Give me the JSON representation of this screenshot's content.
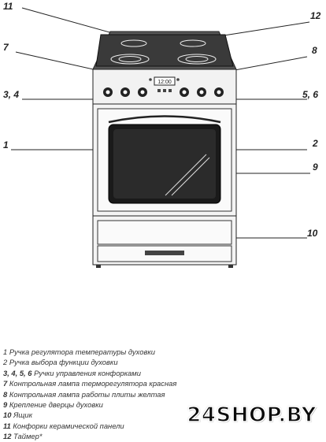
{
  "callouts": {
    "c11": "11",
    "c12": "12",
    "c7": "7",
    "c8": "8",
    "c34": "3, 4",
    "c56": "5, 6",
    "c1": "1",
    "c2": "2",
    "c9": "9",
    "c10": "10"
  },
  "display_time": "12:00",
  "legend": [
    {
      "num": "1",
      "text": "Ручка регулятора температуры духовки",
      "bold": false
    },
    {
      "num": "2",
      "text": "Ручка выбора функции духовки",
      "bold": false
    },
    {
      "num": "3, 4, 5, 6",
      "text": "Ручки управления конфорками",
      "bold": true
    },
    {
      "num": "7",
      "text": "Контрольная лампа терморегулятора красная",
      "bold": true
    },
    {
      "num": "8",
      "text": "Контрольная лампа работы плиты  желтая",
      "bold": true
    },
    {
      "num": "9",
      "text": "Крепление дверцы духовки",
      "bold": true
    },
    {
      "num": "10",
      "text": "Ящик",
      "bold": true
    },
    {
      "num": "11",
      "text": "Конфорки керамической панели",
      "bold": true
    },
    {
      "num": "12",
      "text": "Таймер*",
      "bold": true
    }
  ],
  "watermark": "24SHOP.BY"
}
